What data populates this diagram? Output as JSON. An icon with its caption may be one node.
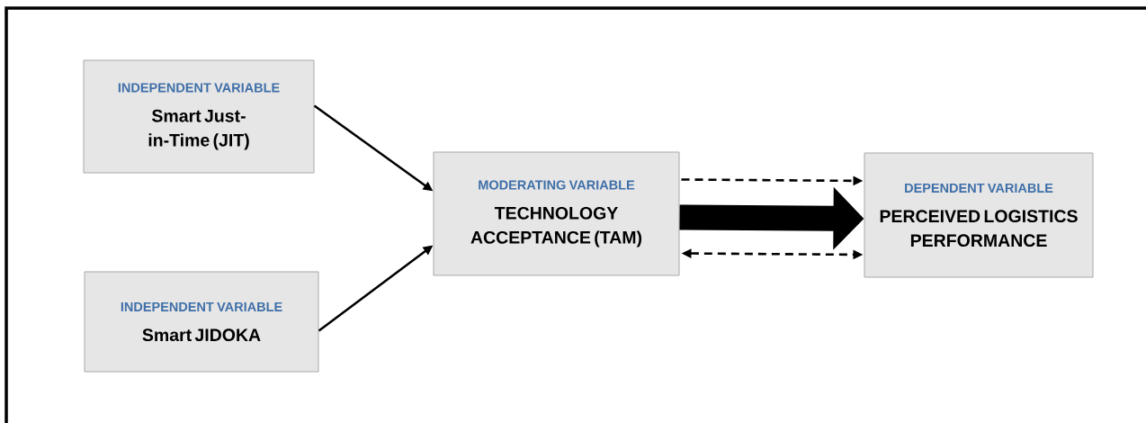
{
  "diagram": {
    "nodes": [
      {
        "text": [
          "INDEPENDENT VARIABLE",
          "Smart Just-in-Time (JIT)"
        ]
      },
      {
        "text": [
          "INDEPENDENT VARIABLE",
          "Smart JIDOKA"
        ]
      },
      {
        "text": [
          "MODERATING VARIABLE",
          "TECHNOLOGY ACCEPTANCE (TAM)"
        ]
      },
      {
        "text": [
          "DEPENDENT VARIABLE",
          "PERCEIVED LOGISTICS PERFORMANCE"
        ]
      }
    ],
    "edges": [
      {
        "from": 0,
        "to": 2,
        "arrow": "to"
      },
      {
        "from": 1,
        "to": 2,
        "arrow": "to"
      },
      {
        "from": 2,
        "to": 3,
        "arrow": "to",
        "style": "dashed"
      },
      {
        "from": 2,
        "to": 3,
        "arrow": "to",
        "style": "thick"
      },
      {
        "from": 2,
        "to": 3,
        "arrow": "both",
        "style": "dashed"
      }
    ]
  }
}
